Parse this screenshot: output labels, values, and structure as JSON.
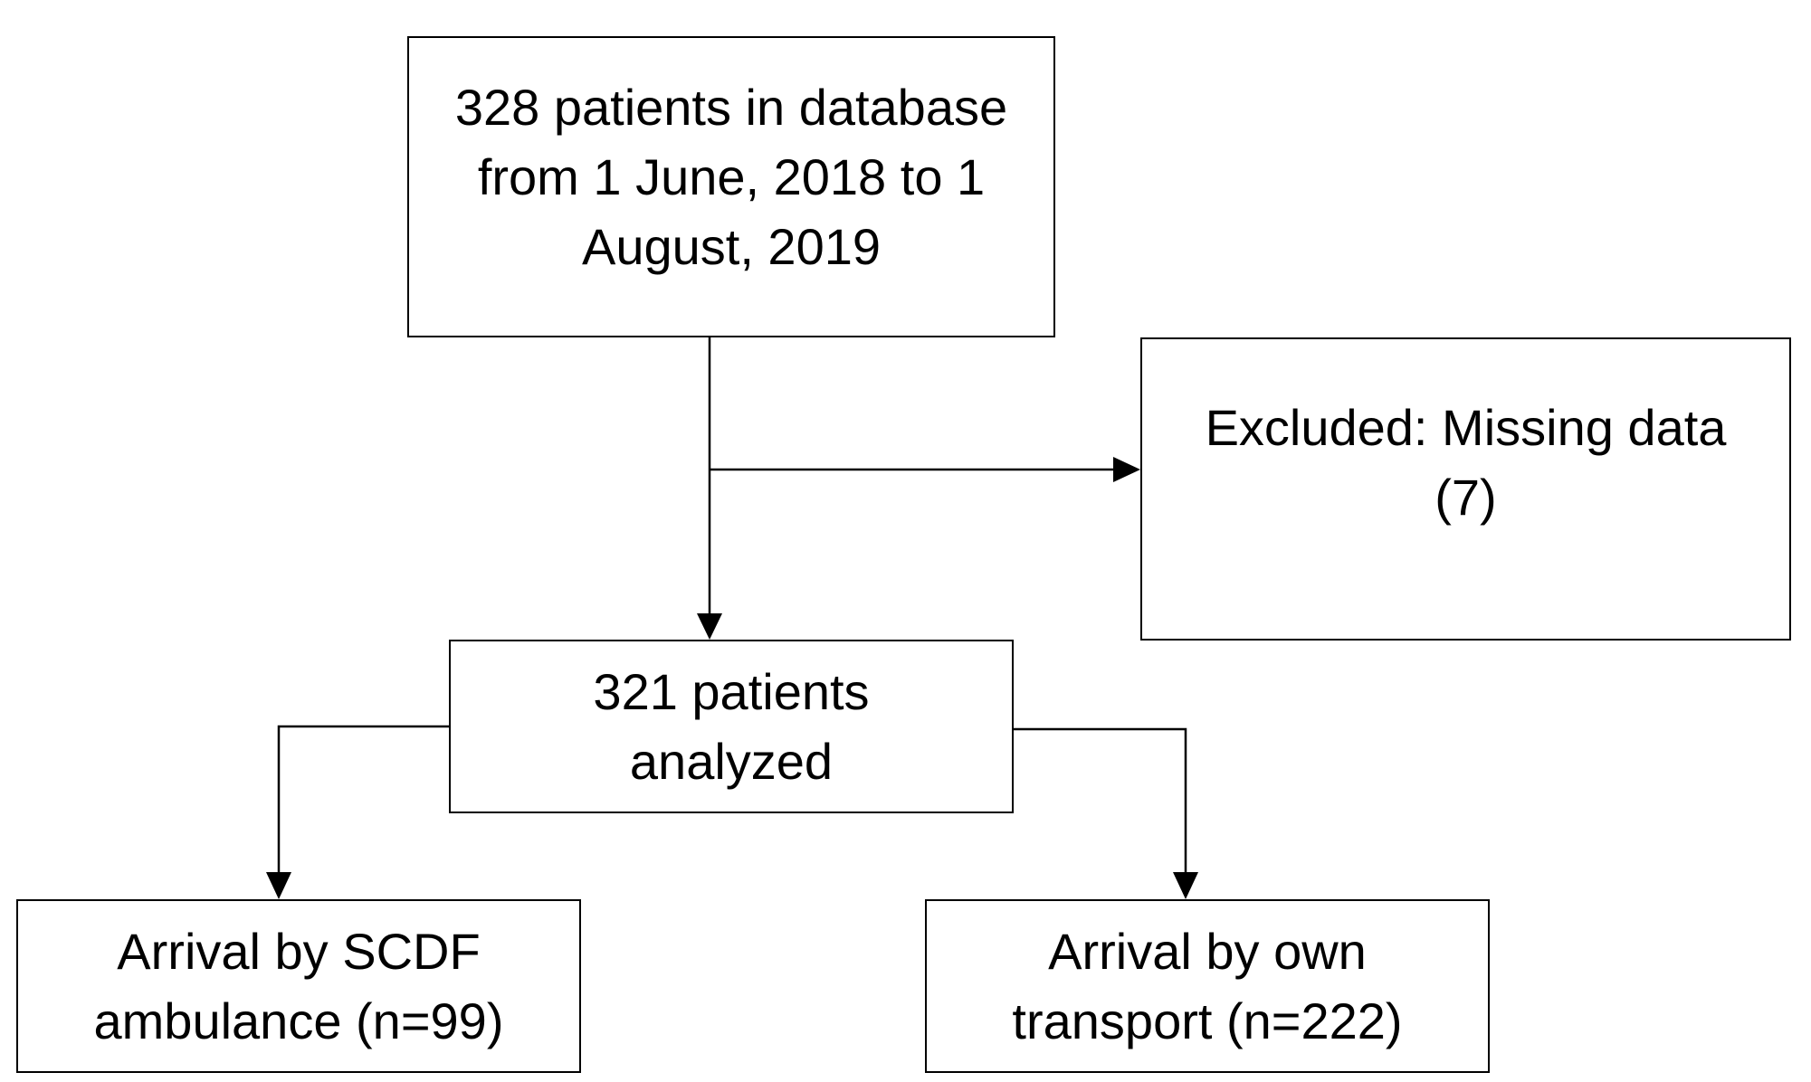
{
  "nodes": {
    "database": {
      "lines": [
        "328 patients in database",
        "from 1 June, 2018 to 1",
        "August, 2019"
      ]
    },
    "excluded": {
      "lines": [
        "Excluded: Missing data",
        "(7)"
      ]
    },
    "analyzed": {
      "lines": [
        "321 patients",
        "analyzed"
      ]
    },
    "scdf": {
      "lines": [
        "Arrival by SCDF",
        "ambulance (n=99)"
      ]
    },
    "own": {
      "lines": [
        "Arrival by own",
        "transport (n=222)"
      ]
    }
  },
  "edges": [
    {
      "from": "database",
      "to": "analyzed"
    },
    {
      "from": "database",
      "to": "excluded"
    },
    {
      "from": "analyzed",
      "to": "scdf"
    },
    {
      "from": "analyzed",
      "to": "own"
    }
  ],
  "colors": {
    "line": "#000000",
    "box_border": "#000000",
    "text": "#000000",
    "background": "#ffffff"
  }
}
